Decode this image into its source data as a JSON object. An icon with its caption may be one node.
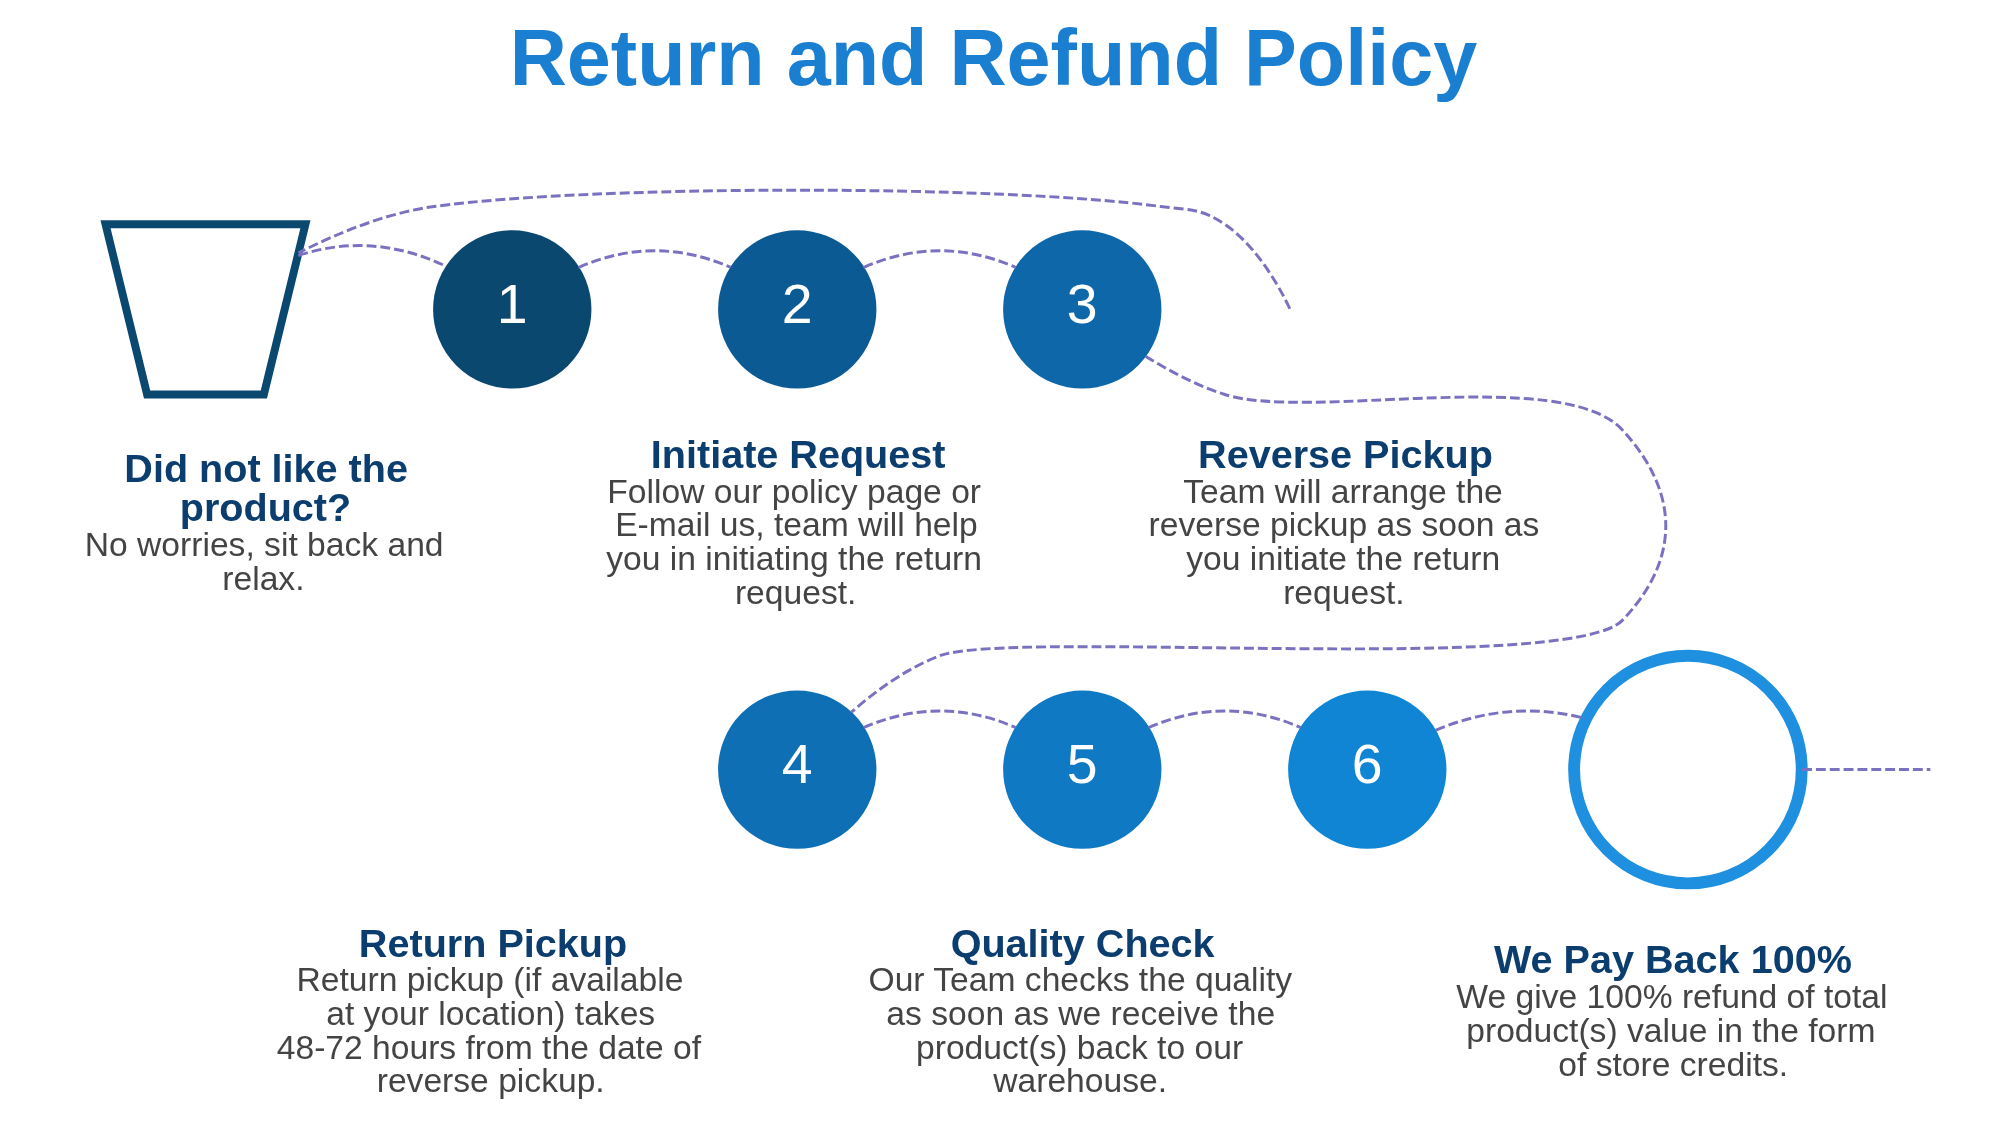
{
  "diagram": {
    "title": "Return and Refund Policy",
    "nodes": [
      {
        "text": [],
        "shape": "shirt"
      },
      {
        "text": [
          "1"
        ],
        "beside": [
          "Did not like the product?",
          "No worries, sit back and relax."
        ]
      },
      {
        "text": [
          "2"
        ],
        "beside": [
          "Initiate Request",
          "Follow our policy page or E-mail us, team will help you in initiating the return request."
        ]
      },
      {
        "text": [
          "3"
        ],
        "beside": [
          "Reverse Pickup",
          "Team will arrange the reverse pickup as soon as you initiate the return request."
        ]
      },
      {
        "text": [
          "4"
        ],
        "beside": [
          "Return Pickup",
          "Return pickup (if available at your location) takes 48-72 hours from the date of reverse pickup."
        ]
      },
      {
        "text": [
          "5"
        ],
        "beside": [
          "Quality Check",
          "Our Team checks the quality as soon as we receive the product(s) back to our warehouse."
        ]
      },
      {
        "text": [
          "6"
        ],
        "beside": [
          "We Pay Back 100%",
          "We give 100% refund of total product(s) value in the form of store credits."
        ]
      },
      {
        "text": [],
        "shape": "smiley"
      }
    ],
    "edges": [
      {
        "from": null,
        "to": 0,
        "arrow": "none",
        "style": "dashed"
      },
      {
        "from": 0,
        "to": 1,
        "arrow": "none",
        "style": "dashed"
      },
      {
        "from": 1,
        "to": 2,
        "arrow": "none",
        "style": "dashed"
      },
      {
        "from": 2,
        "to": 3,
        "arrow": "none",
        "style": "dashed"
      },
      {
        "from": 3,
        "to": 4,
        "arrow": "none",
        "style": "dashed"
      },
      {
        "from": 4,
        "to": 5,
        "arrow": "none",
        "style": "dashed"
      },
      {
        "from": 5,
        "to": 6,
        "arrow": "none",
        "style": "dashed"
      },
      {
        "from": 6,
        "to": 7,
        "arrow": "none",
        "style": "dashed"
      },
      {
        "from": 7,
        "to": null,
        "arrow": "none",
        "style": "dashed"
      }
    ]
  }
}
